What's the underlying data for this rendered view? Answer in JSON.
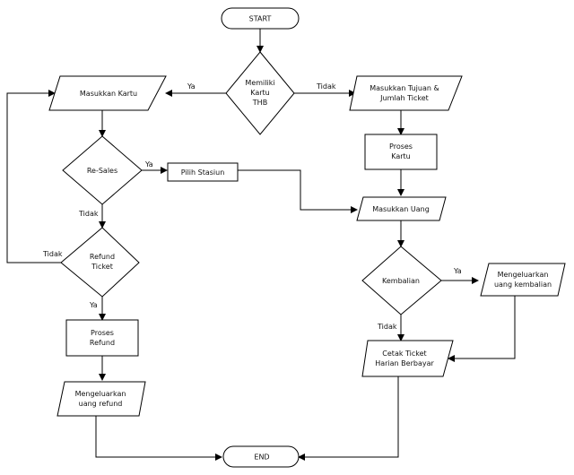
{
  "flowchart": {
    "nodes": {
      "start": "START",
      "has_card": [
        "Memiliki",
        "Kartu",
        "THB"
      ],
      "insert_card": "Masukkan Kartu",
      "enter_destination": [
        "Masukkan Tujuan &",
        "Jumlah Ticket"
      ],
      "resales": "Re-Sales",
      "choose_station": "Pilih Stasiun",
      "process_card": [
        "Proses",
        "Kartu"
      ],
      "insert_money": "Masukkan Uang",
      "refund_ticket": [
        "Refund",
        "Ticket"
      ],
      "change": "Kembalian",
      "dispense_change": [
        "Mengeluarkan",
        "uang kembalian"
      ],
      "process_refund": [
        "Proses",
        "Refund"
      ],
      "print_ticket": [
        "Cetak Ticket",
        "Harian Berbayar"
      ],
      "dispense_refund": [
        "Mengeluarkan",
        "uang refund"
      ],
      "end": "END"
    },
    "edge_labels": {
      "has_card_yes": "Ya",
      "has_card_no": "Tidak",
      "resales_yes": "Ya",
      "resales_no": "Tidak",
      "refund_no": "Tidak",
      "refund_yes": "Ya",
      "change_yes": "Ya",
      "change_no": "Tidak"
    },
    "colors": {
      "stroke": "#000000",
      "fill": "#ffffff",
      "text": "#111111"
    }
  }
}
